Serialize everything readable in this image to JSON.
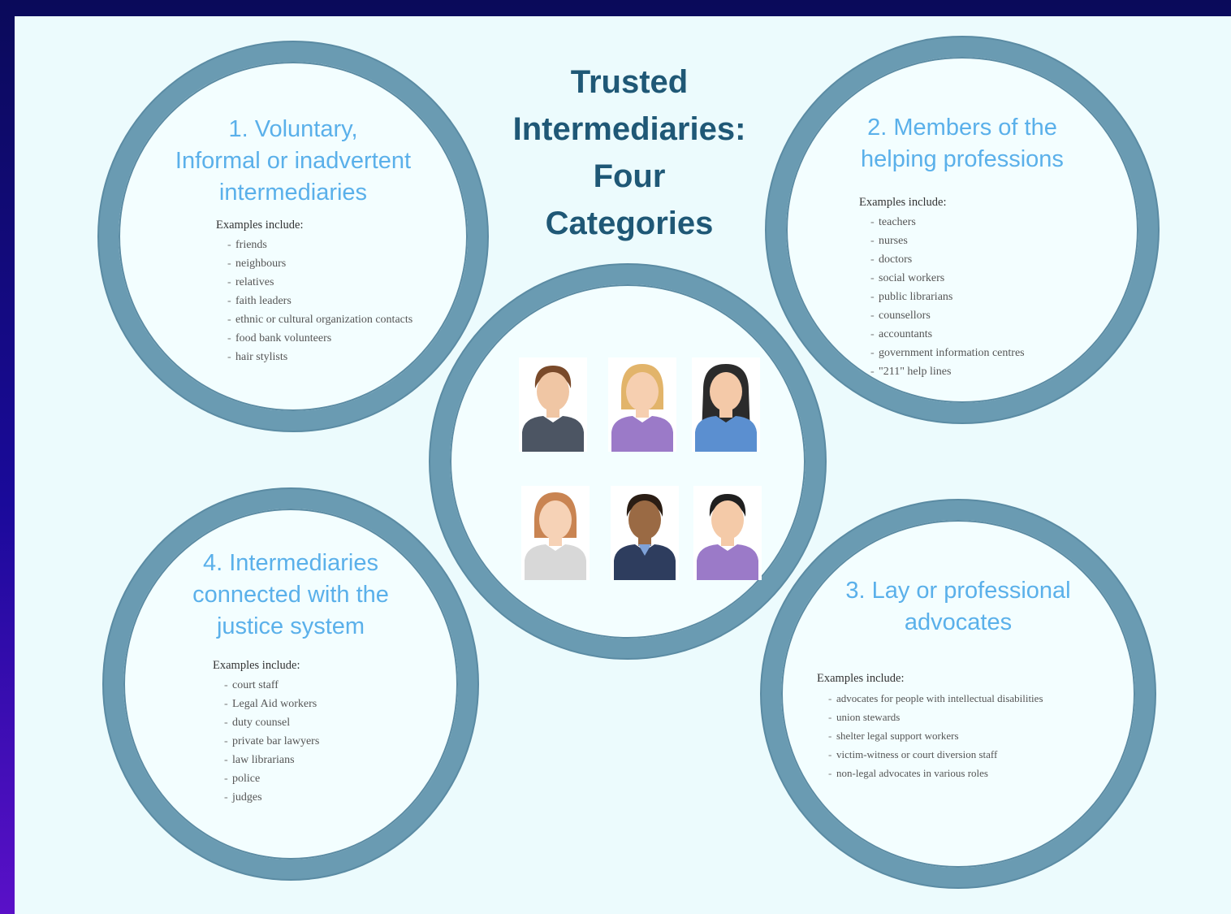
{
  "title_lines": [
    "Trusted",
    "Intermediaries:",
    "Four",
    "Categories"
  ],
  "categories": [
    {
      "title_lines": [
        "1. Voluntary,",
        "Informal  or inadvertent",
        "intermediaries"
      ],
      "examples_label": "Examples include:",
      "items": [
        "friends",
        "neighbours",
        "relatives",
        "faith leaders",
        "ethnic or cultural organization contacts",
        "food bank volunteers",
        "hair stylists"
      ]
    },
    {
      "title_lines": [
        "2.  Members of the",
        "helping professions"
      ],
      "examples_label": "Examples include:",
      "items": [
        "teachers",
        "nurses",
        "doctors",
        "social workers",
        "public librarians",
        "counsellors",
        "accountants",
        "government information centres",
        "\"211\" help lines"
      ]
    },
    {
      "title_lines": [
        "3.  Lay or professional",
        "advocates"
      ],
      "examples_label": "Examples include:",
      "items": [
        "advocates for people with intellectual disabilities",
        "union stewards",
        "shelter legal support workers",
        "victim-witness or court diversion staff",
        "non-legal advocates in various roles"
      ]
    },
    {
      "title_lines": [
        "4. Intermediaries",
        "connected with the",
        "justice system"
      ],
      "examples_label": "Examples include:",
      "items": [
        "court staff",
        "Legal Aid workers",
        "duty counsel",
        "private bar lawyers",
        "law librarians",
        "police",
        "judges"
      ]
    }
  ],
  "colors": {
    "ring": "#6a9bb2",
    "category_title": "#5ab0ea",
    "main_title": "#1f5876",
    "background": "#ecfbfd"
  },
  "people_icons": [
    "man-brown-hair-icon",
    "woman-blonde-icon",
    "woman-black-hair-icon",
    "woman-red-hair-icon",
    "man-dark-skin-icon",
    "man-black-hair-icon"
  ]
}
